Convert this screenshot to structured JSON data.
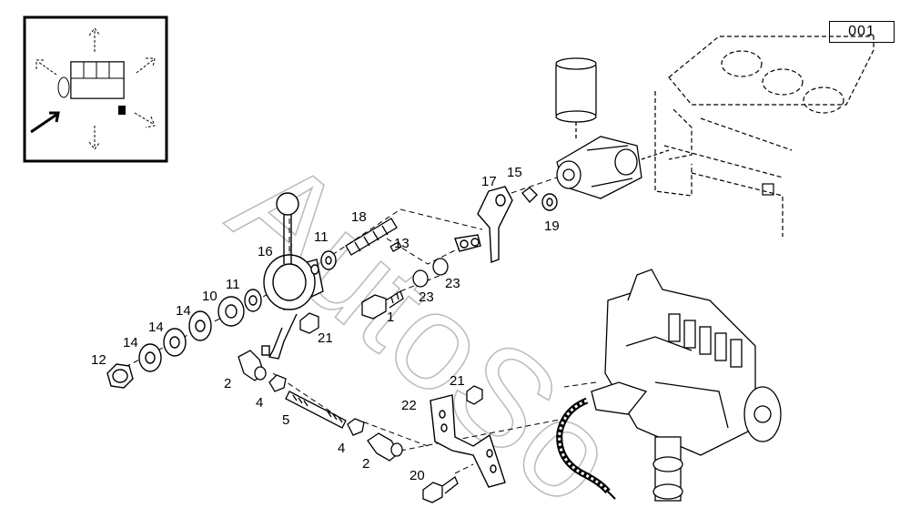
{
  "reference_code": "001",
  "watermark": "AutoSo",
  "callouts": {
    "c1": "1",
    "c2a": "2",
    "c2b": "2",
    "c4a": "4",
    "c4b": "4",
    "c5": "5",
    "c10": "10",
    "c11a": "11",
    "c11b": "11",
    "c12": "12",
    "c13": "13",
    "c14a": "14",
    "c14b": "14",
    "c14c": "14",
    "c15": "15",
    "c16": "16",
    "c17": "17",
    "c18": "18",
    "c19": "19",
    "c20": "20",
    "c21a": "21",
    "c21b": "21",
    "c22": "22",
    "c23a": "23",
    "c23b": "23"
  },
  "icons": {
    "locator": "engine-locator-icon",
    "pump": "injection-pump-icon",
    "engine": "engine-block-icon",
    "filter": "filter-icon"
  }
}
